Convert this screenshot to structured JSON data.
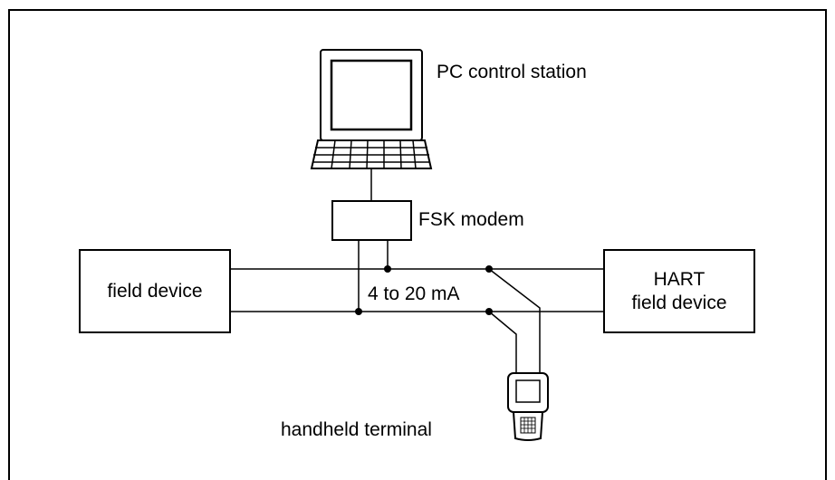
{
  "labels": {
    "pc_station": "PC control station",
    "fsk_modem": "FSK modem",
    "field_device": "field device",
    "hart_line1": "HART",
    "hart_line2": "field device",
    "current_loop": "4 to 20 mA",
    "handheld": "handheld terminal"
  }
}
